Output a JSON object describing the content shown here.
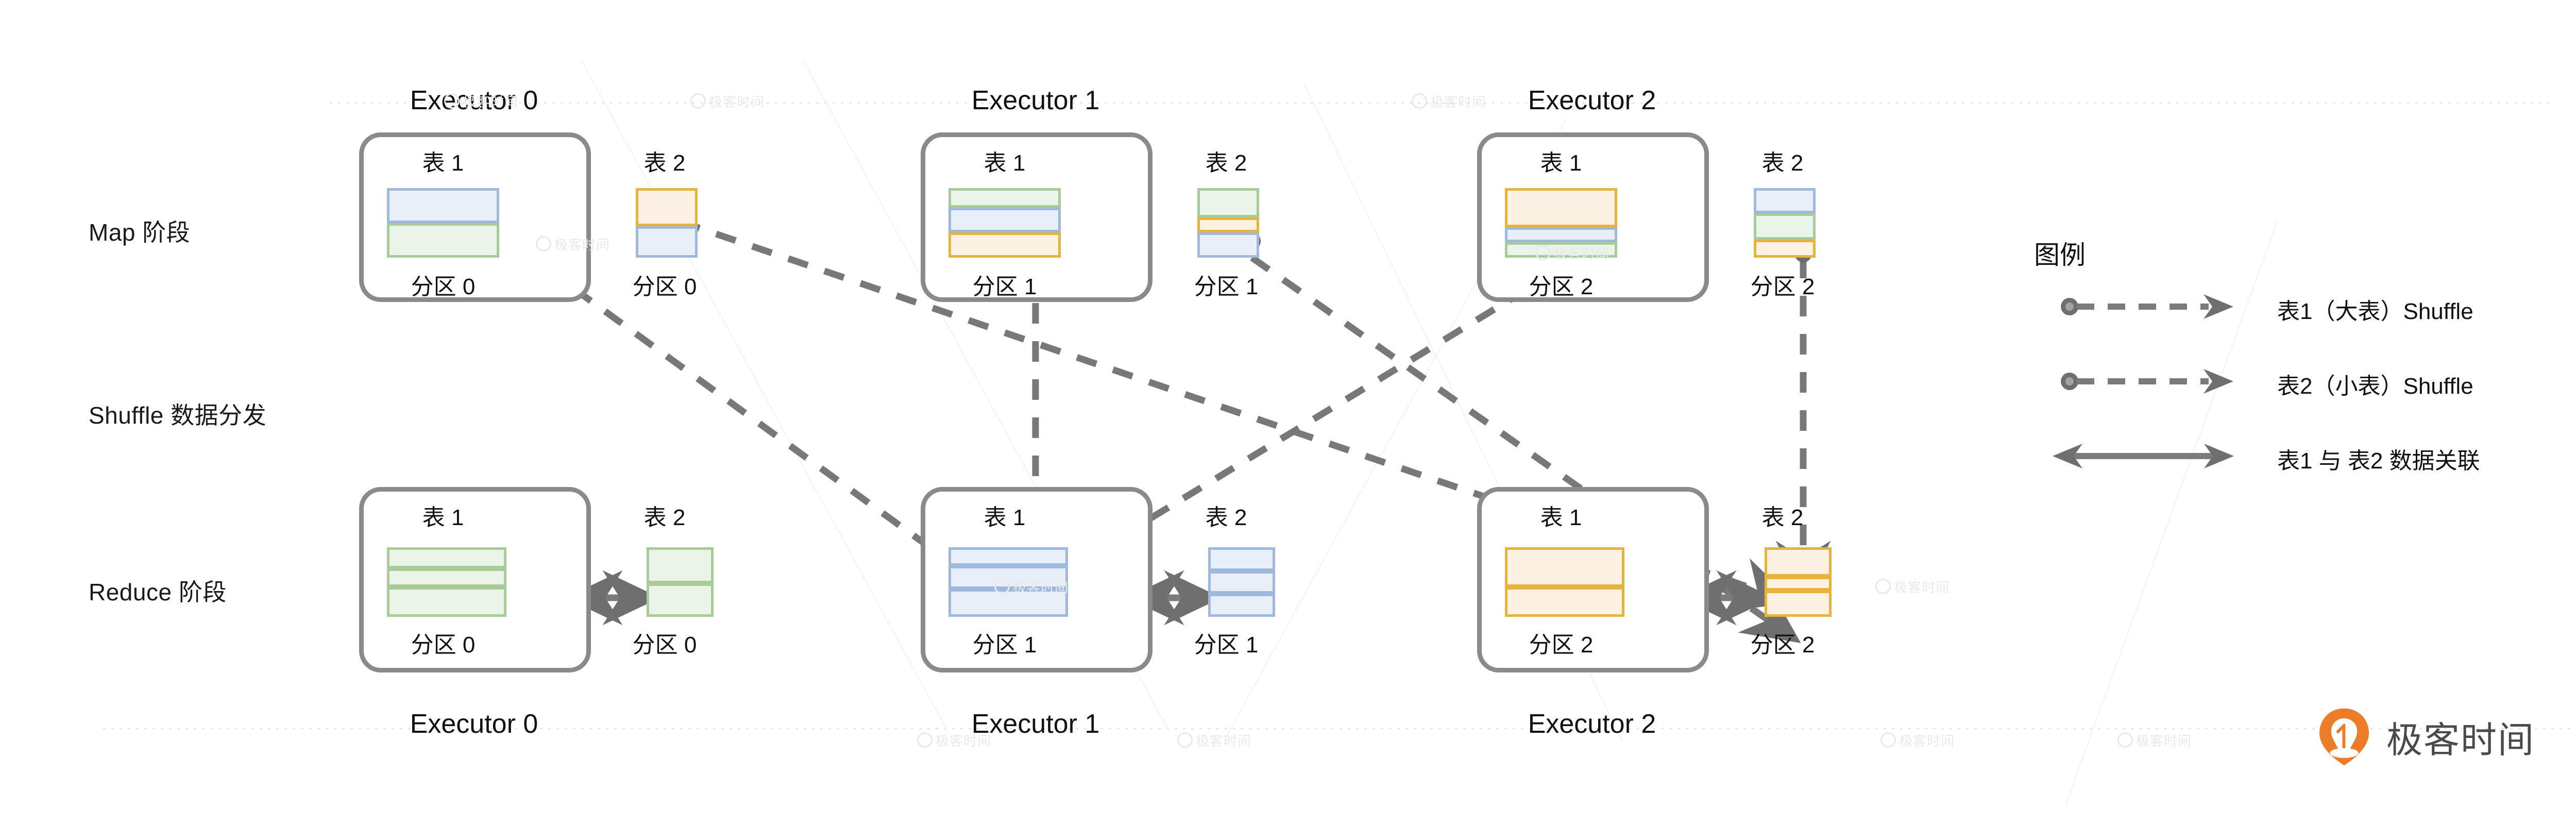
{
  "stages": [
    {
      "id": "map",
      "label": "Map 阶段"
    },
    {
      "id": "shuffle",
      "label": "Shuffle 数据分发"
    },
    {
      "id": "reduce",
      "label": "Reduce 阶段"
    }
  ],
  "executors_top": [
    {
      "label": "Executor 0"
    },
    {
      "label": "Executor 1"
    },
    {
      "label": "Executor 2"
    }
  ],
  "executors_bottom": [
    {
      "label": "Executor 0"
    },
    {
      "label": "Executor 1"
    },
    {
      "label": "Executor 2"
    }
  ],
  "table_names": {
    "t1": "表 1",
    "t2": "表 2"
  },
  "map_boxes": [
    {
      "executor": "Executor 0",
      "t1": {
        "caption": "表 1",
        "partition": "分区 0",
        "bands": [
          "blue",
          "green"
        ]
      },
      "t2": {
        "caption": "表 2",
        "partition": "分区 0",
        "bands": [
          "orange",
          "blue"
        ]
      }
    },
    {
      "executor": "Executor 1",
      "t1": {
        "caption": "表 1",
        "partition": "分区 1",
        "bands": [
          "green",
          "blue",
          "orange"
        ]
      },
      "t2": {
        "caption": "表 2",
        "partition": "分区 1",
        "bands": [
          "green",
          "orange",
          "blue"
        ]
      }
    },
    {
      "executor": "Executor 2",
      "t1": {
        "caption": "表 1",
        "partition": "分区 2",
        "bands": [
          "orange",
          "blue",
          "green"
        ]
      },
      "t2": {
        "caption": "表 2",
        "partition": "分区 2",
        "bands": [
          "blue",
          "green",
          "orange"
        ]
      }
    }
  ],
  "reduce_boxes": [
    {
      "executor": "Executor 0",
      "t1": {
        "caption": "表 1",
        "partition": "分区 0",
        "bands": [
          "green",
          "green",
          "green"
        ]
      },
      "t2": {
        "caption": "表 2",
        "partition": "分区 0",
        "bands": [
          "green",
          "green"
        ]
      }
    },
    {
      "executor": "Executor 1",
      "t1": {
        "caption": "表 1",
        "partition": "分区 1",
        "bands": [
          "blue",
          "blue",
          "blue"
        ]
      },
      "t2": {
        "caption": "表 2",
        "partition": "分区 1",
        "bands": [
          "blue",
          "blue",
          "blue"
        ]
      }
    },
    {
      "executor": "Executor 2",
      "t1": {
        "caption": "表 1",
        "partition": "分区 2",
        "bands": [
          "orange",
          "orange"
        ]
      },
      "t2": {
        "caption": "表 2",
        "partition": "分区 2",
        "bands": [
          "orange",
          "orange",
          "orange"
        ]
      }
    }
  ],
  "legend": {
    "title": "图例",
    "items": [
      {
        "icon": "dashed-arrow-with-dot-icon",
        "label": "表1（大表）Shuffle"
      },
      {
        "icon": "dashed-arrow-with-dot-icon",
        "label": "表2（小表）Shuffle"
      },
      {
        "icon": "double-headed-arrow-icon",
        "label": "表1 与 表2 数据关联"
      }
    ]
  },
  "brand": {
    "text": "极客时间",
    "icon": "geekbang-pin-icon",
    "color": "#ec7c28"
  },
  "watermark": {
    "text": "极客时间"
  },
  "colors": {
    "blue_fill": "#e9eff9",
    "blue_stroke": "#9fb9dd",
    "green_fill": "#eaf4e8",
    "green_stroke": "#a9cb97",
    "orange_fill": "#fdf1e4",
    "orange_stroke": "#e8b33c",
    "box_stroke": "#8a8a8a",
    "arrow": "#707070",
    "guide_line": "#e2e2e2"
  }
}
